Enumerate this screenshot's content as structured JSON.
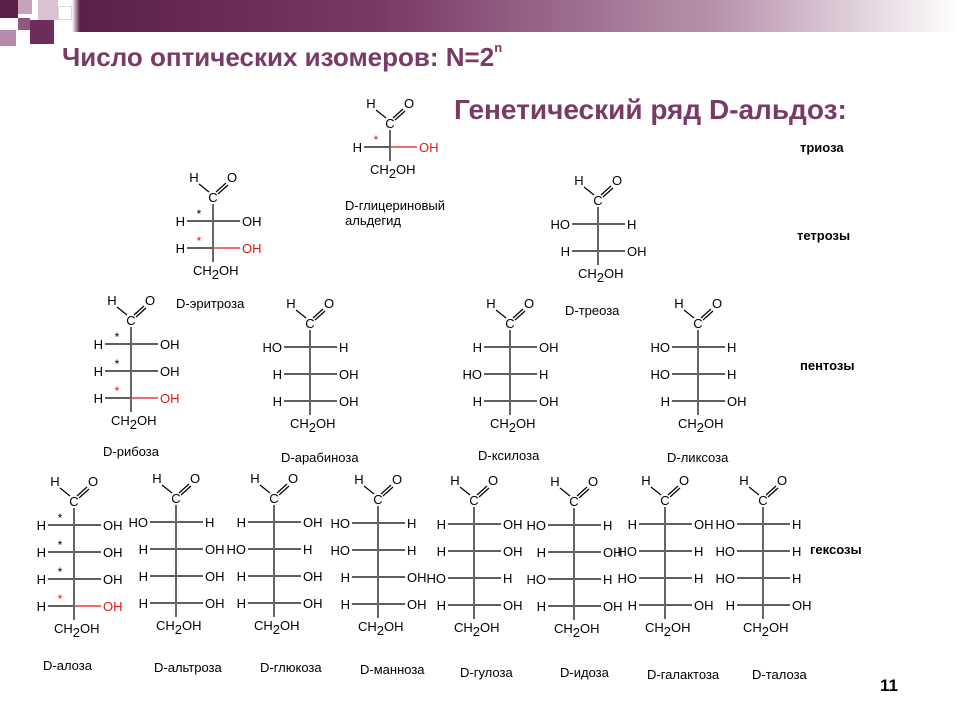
{
  "title": {
    "main": "Число оптических изомеров: N=2",
    "superscript": "n",
    "subtitle": "Генетический ряд D-альдоз:"
  },
  "categories": {
    "triose": "триоза",
    "tetroses": "тетрозы",
    "pentoses": "пентозы",
    "hexoses": "гексозы"
  },
  "page_number": "11",
  "colors": {
    "title": "#7a3a66",
    "highlight": "#e01818",
    "bar_dark": "#5a2048",
    "bar_light": "#ffffff"
  },
  "atoms": {
    "H": "H",
    "O": "O",
    "C": "C",
    "OH": "OH",
    "HO": "HO",
    "CH2": "CH",
    "sub2": "2",
    "OH_end": "OH",
    "star": "*"
  },
  "molecules": [
    {
      "id": "glyceraldehyde",
      "name": "D-глицериновый альдегид",
      "name_lines": [
        "D-глицериновый",
        "альдегид"
      ],
      "rows": [
        {
          "config": "R",
          "star": true,
          "red": true
        }
      ]
    },
    {
      "id": "erythrose",
      "name": "D-эритроза",
      "rows": [
        {
          "config": "R",
          "star": true,
          "red": false
        },
        {
          "config": "R",
          "star": true,
          "red": true
        }
      ]
    },
    {
      "id": "threose",
      "name": "D-треоза",
      "rows": [
        {
          "config": "L",
          "star": false,
          "red": false
        },
        {
          "config": "R",
          "star": false,
          "red": false
        }
      ]
    },
    {
      "id": "ribose",
      "name": "D-рибоза",
      "rows": [
        {
          "config": "R",
          "star": true,
          "red": false
        },
        {
          "config": "R",
          "star": true,
          "red": false
        },
        {
          "config": "R",
          "star": true,
          "red": true
        }
      ]
    },
    {
      "id": "arabinose",
      "name": "D-арабиноза",
      "rows": [
        {
          "config": "L",
          "star": false,
          "red": false
        },
        {
          "config": "R",
          "star": false,
          "red": false
        },
        {
          "config": "R",
          "star": false,
          "red": false
        }
      ]
    },
    {
      "id": "xylose",
      "name": "D-ксилоза",
      "rows": [
        {
          "config": "R",
          "star": false,
          "red": false
        },
        {
          "config": "L",
          "star": false,
          "red": false
        },
        {
          "config": "R",
          "star": false,
          "red": false
        }
      ]
    },
    {
      "id": "lyxose",
      "name": "D-ликсоза",
      "rows": [
        {
          "config": "L",
          "star": false,
          "red": false
        },
        {
          "config": "L",
          "star": false,
          "red": false
        },
        {
          "config": "R",
          "star": false,
          "red": false
        }
      ]
    },
    {
      "id": "allose",
      "name": "D-алоза",
      "rows": [
        {
          "config": "R",
          "star": true,
          "red": false
        },
        {
          "config": "R",
          "star": true,
          "red": false
        },
        {
          "config": "R",
          "star": true,
          "red": false
        },
        {
          "config": "R",
          "star": true,
          "red": true
        }
      ]
    },
    {
      "id": "altrose",
      "name": "D-альтроза",
      "rows": [
        {
          "config": "L",
          "star": false,
          "red": false
        },
        {
          "config": "R",
          "star": false,
          "red": false
        },
        {
          "config": "R",
          "star": false,
          "red": false
        },
        {
          "config": "R",
          "star": false,
          "red": false
        }
      ]
    },
    {
      "id": "glucose",
      "name": "D-глюкоза",
      "rows": [
        {
          "config": "R",
          "star": false,
          "red": false
        },
        {
          "config": "L",
          "star": false,
          "red": false
        },
        {
          "config": "R",
          "star": false,
          "red": false
        },
        {
          "config": "R",
          "star": false,
          "red": false
        }
      ]
    },
    {
      "id": "mannose",
      "name": "D-манноза",
      "rows": [
        {
          "config": "L",
          "star": false,
          "red": false
        },
        {
          "config": "L",
          "star": false,
          "red": false
        },
        {
          "config": "R",
          "star": false,
          "red": false
        },
        {
          "config": "R",
          "star": false,
          "red": false
        }
      ]
    },
    {
      "id": "gulose",
      "name": "D-гулоза",
      "rows": [
        {
          "config": "R",
          "star": false,
          "red": false
        },
        {
          "config": "R",
          "star": false,
          "red": false
        },
        {
          "config": "L",
          "star": false,
          "red": false
        },
        {
          "config": "R",
          "star": false,
          "red": false
        }
      ]
    },
    {
      "id": "idose",
      "name": "D-идоза",
      "rows": [
        {
          "config": "L",
          "star": false,
          "red": false
        },
        {
          "config": "R",
          "star": false,
          "red": false
        },
        {
          "config": "L",
          "star": false,
          "red": false
        },
        {
          "config": "R",
          "star": false,
          "red": false
        }
      ]
    },
    {
      "id": "galactose",
      "name": "D-галактоза",
      "rows": [
        {
          "config": "R",
          "star": false,
          "red": false
        },
        {
          "config": "L",
          "star": false,
          "red": false
        },
        {
          "config": "L",
          "star": false,
          "red": false
        },
        {
          "config": "R",
          "star": false,
          "red": false
        }
      ]
    },
    {
      "id": "talose",
      "name": "D-талоза",
      "rows": [
        {
          "config": "L",
          "star": false,
          "red": false
        },
        {
          "config": "L",
          "star": false,
          "red": false
        },
        {
          "config": "L",
          "star": false,
          "red": false
        },
        {
          "config": "R",
          "star": false,
          "red": false
        }
      ]
    }
  ]
}
